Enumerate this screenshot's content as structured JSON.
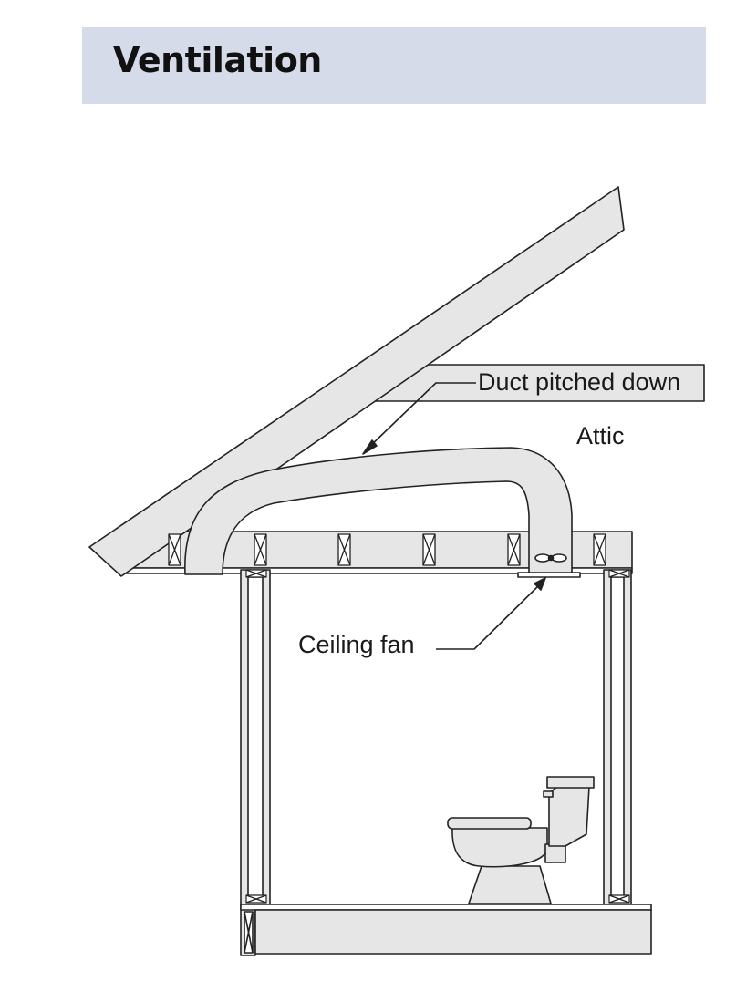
{
  "header": {
    "title": "Ventilation"
  },
  "diagram": {
    "labels": {
      "duct": "Duct pitched down",
      "attic": "Attic",
      "fan": "Ceiling fan"
    },
    "colors": {
      "fill": "#e6e6e6",
      "stroke": "#222222",
      "header_band": "#d5dbe8"
    }
  }
}
